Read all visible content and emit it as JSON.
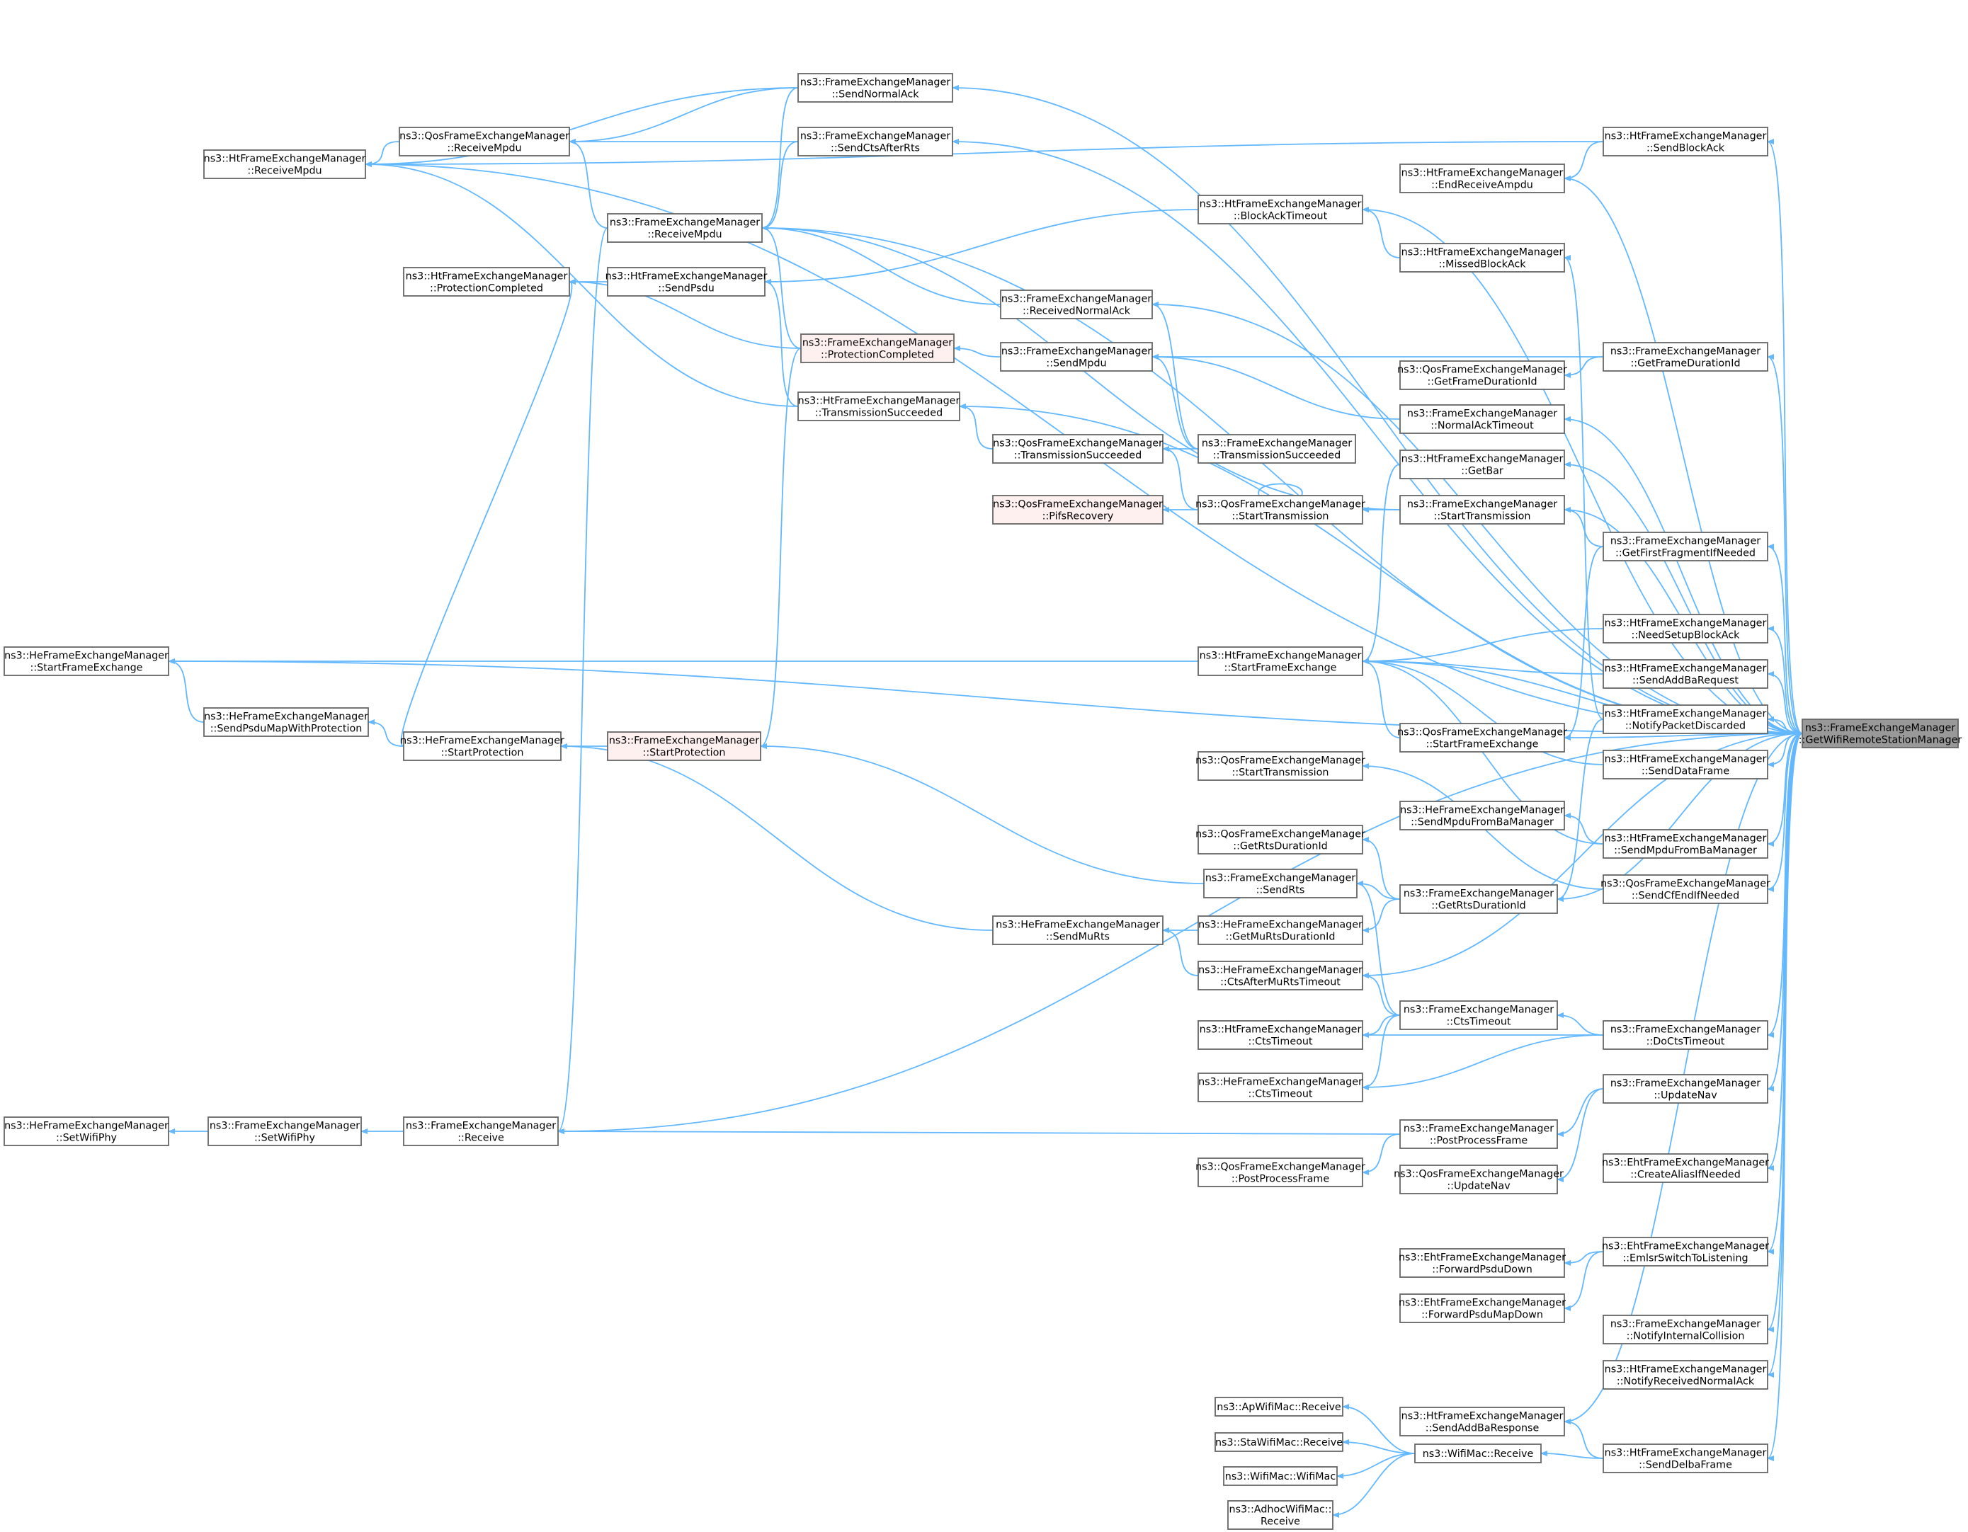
{
  "colors": {
    "edge": "#63b8ff",
    "node_fill": "#ffffff",
    "node_border": "#666666",
    "highlight_fill": "#fff0f0",
    "highlight_border": "#ff0000",
    "target_fill": "#999999"
  },
  "nodes": [
    {
      "id": "target",
      "lines": [
        "ns3::FrameExchangeManager",
        "::GetWifiRemoteStationManager"
      ]
    },
    {
      "id": "ht_sendblockack",
      "lines": [
        "ns3::HtFrameExchangeManager",
        "::SendBlockAck"
      ]
    },
    {
      "id": "ht_endreceiveampdu",
      "lines": [
        "ns3::HtFrameExchangeManager",
        "::EndReceiveAmpdu"
      ]
    },
    {
      "id": "ht_blockacktimeout",
      "lines": [
        "ns3::HtFrameExchangeManager",
        "::BlockAckTimeout"
      ]
    },
    {
      "id": "ht_missedblockack",
      "lines": [
        "ns3::HtFrameExchangeManager",
        "::MissedBlockAck"
      ]
    },
    {
      "id": "fem_receivednormalack",
      "lines": [
        "ns3::FrameExchangeManager",
        "::ReceivedNormalAck"
      ]
    },
    {
      "id": "fem_getframedurationid",
      "lines": [
        "ns3::FrameExchangeManager",
        "::GetFrameDurationId"
      ]
    },
    {
      "id": "qos_getframedurationid",
      "lines": [
        "ns3::QosFrameExchangeManager",
        "::GetFrameDurationId"
      ]
    },
    {
      "id": "fem_sendmpdu",
      "lines": [
        "ns3::FrameExchangeManager",
        "::SendMpdu"
      ]
    },
    {
      "id": "fem_normalacktimeout",
      "lines": [
        "ns3::FrameExchangeManager",
        "::NormalAckTimeout"
      ]
    },
    {
      "id": "ht_getbar",
      "lines": [
        "ns3::HtFrameExchangeManager",
        "::GetBar"
      ]
    },
    {
      "id": "fem_starttransmission",
      "lines": [
        "ns3::FrameExchangeManager",
        "::StartTransmission"
      ]
    },
    {
      "id": "fem_getfirstfragment",
      "lines": [
        "ns3::FrameExchangeManager",
        "::GetFirstFragmentIfNeeded"
      ]
    },
    {
      "id": "ht_needsetupblockack",
      "lines": [
        "ns3::HtFrameExchangeManager",
        "::NeedSetupBlockAck"
      ]
    },
    {
      "id": "ht_sendaddbarequest",
      "lines": [
        "ns3::HtFrameExchangeManager",
        "::SendAddBaRequest"
      ]
    },
    {
      "id": "ht_notifypacketdiscarded",
      "lines": [
        "ns3::HtFrameExchangeManager",
        "::NotifyPacketDiscarded"
      ]
    },
    {
      "id": "ht_senddataframe",
      "lines": [
        "ns3::HtFrameExchangeManager",
        "::SendDataFrame"
      ]
    },
    {
      "id": "ht_sendmpdufromba",
      "lines": [
        "ns3::HtFrameExchangeManager",
        "::SendMpduFromBaManager"
      ]
    },
    {
      "id": "qos_sendcfendifneeded",
      "lines": [
        "ns3::QosFrameExchangeManager",
        "::SendCfEndIfNeeded"
      ]
    },
    {
      "id": "fem_doctstimeout",
      "lines": [
        "ns3::FrameExchangeManager",
        "::DoCtsTimeout"
      ]
    },
    {
      "id": "fem_updatenav",
      "lines": [
        "ns3::FrameExchangeManager",
        "::UpdateNav"
      ]
    },
    {
      "id": "eht_createalias",
      "lines": [
        "ns3::EhtFrameExchangeManager",
        "::CreateAliasIfNeeded"
      ]
    },
    {
      "id": "eht_emlsrswitch",
      "lines": [
        "ns3::EhtFrameExchangeManager",
        "::EmlsrSwitchToListening"
      ]
    },
    {
      "id": "fem_notifyinternalcollision",
      "lines": [
        "ns3::FrameExchangeManager",
        "::NotifyInternalCollision"
      ]
    },
    {
      "id": "ht_notifyreceivednormalack",
      "lines": [
        "ns3::HtFrameExchangeManager",
        "::NotifyReceivedNormalAck"
      ]
    },
    {
      "id": "ht_senddelbaframe",
      "lines": [
        "ns3::HtFrameExchangeManager",
        "::SendDelbaFrame"
      ]
    },
    {
      "id": "fem_sendnormalack",
      "lines": [
        "ns3::FrameExchangeManager",
        "::SendNormalAck"
      ]
    },
    {
      "id": "fem_sendctsafterrts",
      "lines": [
        "ns3::FrameExchangeManager",
        "::SendCtsAfterRts"
      ]
    },
    {
      "id": "qos_receivempdu",
      "lines": [
        "ns3::QosFrameExchangeManager",
        "::ReceiveMpdu"
      ]
    },
    {
      "id": "ht_receivempdu",
      "lines": [
        "ns3::HtFrameExchangeManager",
        "::ReceiveMpdu"
      ]
    },
    {
      "id": "fem_receivempdu",
      "lines": [
        "ns3::FrameExchangeManager",
        "::ReceiveMpdu"
      ]
    },
    {
      "id": "ht_protectioncompleted",
      "lines": [
        "ns3::HtFrameExchangeManager",
        "::ProtectionCompleted"
      ]
    },
    {
      "id": "ht_sendpsdu",
      "lines": [
        "ns3::HtFrameExchangeManager",
        "::SendPsdu"
      ]
    },
    {
      "id": "fem_protectioncompleted",
      "lines": [
        "ns3::FrameExchangeManager",
        "::ProtectionCompleted"
      ]
    },
    {
      "id": "ht_transmissionsucceeded",
      "lines": [
        "ns3::HtFrameExchangeManager",
        "::TransmissionSucceeded"
      ]
    },
    {
      "id": "qos_transmissionsucceeded",
      "lines": [
        "ns3::QosFrameExchangeManager",
        "::TransmissionSucceeded"
      ]
    },
    {
      "id": "fem_transmissionsucceeded",
      "lines": [
        "ns3::FrameExchangeManager",
        "::TransmissionSucceeded"
      ]
    },
    {
      "id": "qos_pifsrecovery",
      "lines": [
        "ns3::QosFrameExchangeManager",
        "::PifsRecovery"
      ]
    },
    {
      "id": "qos_starttransmission_a",
      "lines": [
        "ns3::QosFrameExchangeManager",
        "::StartTransmission"
      ]
    },
    {
      "id": "he_startframeexchange",
      "lines": [
        "ns3::HeFrameExchangeManager",
        "::StartFrameExchange"
      ]
    },
    {
      "id": "ht_startframeexchange",
      "lines": [
        "ns3::HtFrameExchangeManager",
        "::StartFrameExchange"
      ]
    },
    {
      "id": "he_sendpsdumap",
      "lines": [
        "ns3::HeFrameExchangeManager",
        "::SendPsduMapWithProtection"
      ]
    },
    {
      "id": "he_startprotection",
      "lines": [
        "ns3::HeFrameExchangeManager",
        "::StartProtection"
      ]
    },
    {
      "id": "fem_startprotection",
      "lines": [
        "ns3::FrameExchangeManager",
        "::StartProtection"
      ]
    },
    {
      "id": "qos_startframeexchange",
      "lines": [
        "ns3::QosFrameExchangeManager",
        "::StartFrameExchange"
      ]
    },
    {
      "id": "qos_starttransmission_b",
      "lines": [
        "ns3::QosFrameExchangeManager",
        "::StartTransmission"
      ]
    },
    {
      "id": "he_sendmpdufromba",
      "lines": [
        "ns3::HeFrameExchangeManager",
        "::SendMpduFromBaManager"
      ]
    },
    {
      "id": "qos_getrtsdurationid",
      "lines": [
        "ns3::QosFrameExchangeManager",
        "::GetRtsDurationId"
      ]
    },
    {
      "id": "fem_sendrts",
      "lines": [
        "ns3::FrameExchangeManager",
        "::SendRts"
      ]
    },
    {
      "id": "fem_getrtsdurationid",
      "lines": [
        "ns3::FrameExchangeManager",
        "::GetRtsDurationId"
      ]
    },
    {
      "id": "he_sendmurts",
      "lines": [
        "ns3::HeFrameExchangeManager",
        "::SendMuRts"
      ]
    },
    {
      "id": "he_getmurtsdurationid",
      "lines": [
        "ns3::HeFrameExchangeManager",
        "::GetMuRtsDurationId"
      ]
    },
    {
      "id": "he_ctsaftermurtstimeout",
      "lines": [
        "ns3::HeFrameExchangeManager",
        "::CtsAfterMuRtsTimeout"
      ]
    },
    {
      "id": "fem_ctstimeout",
      "lines": [
        "ns3::FrameExchangeManager",
        "::CtsTimeout"
      ]
    },
    {
      "id": "ht_ctstimeout",
      "lines": [
        "ns3::HtFrameExchangeManager",
        "::CtsTimeout"
      ]
    },
    {
      "id": "he_ctstimeout",
      "lines": [
        "ns3::HeFrameExchangeManager",
        "::CtsTimeout"
      ]
    },
    {
      "id": "he_setwifiphy",
      "lines": [
        "ns3::HeFrameExchangeManager",
        "::SetWifiPhy"
      ]
    },
    {
      "id": "fem_setwifiphy",
      "lines": [
        "ns3::FrameExchangeManager",
        "::SetWifiPhy"
      ]
    },
    {
      "id": "fem_receive",
      "lines": [
        "ns3::FrameExchangeManager",
        "::Receive"
      ]
    },
    {
      "id": "fem_postprocessframe",
      "lines": [
        "ns3::FrameExchangeManager",
        "::PostProcessFrame"
      ]
    },
    {
      "id": "qos_postprocessframe",
      "lines": [
        "ns3::QosFrameExchangeManager",
        "::PostProcessFrame"
      ]
    },
    {
      "id": "qos_updatenav",
      "lines": [
        "ns3::QosFrameExchangeManager",
        "::UpdateNav"
      ]
    },
    {
      "id": "eht_forwardpsdudown",
      "lines": [
        "ns3::EhtFrameExchangeManager",
        "::ForwardPsduDown"
      ]
    },
    {
      "id": "eht_forwardpsdumapdown",
      "lines": [
        "ns3::EhtFrameExchangeManager",
        "::ForwardPsduMapDown"
      ]
    },
    {
      "id": "ht_sendaddbaresponse",
      "lines": [
        "ns3::HtFrameExchangeManager",
        "::SendAddBaResponse"
      ]
    },
    {
      "id": "wifimac_receive",
      "lines": [
        "ns3::WifiMac::Receive"
      ]
    },
    {
      "id": "apwifimac_receive",
      "lines": [
        "ns3::ApWifiMac::Receive"
      ]
    },
    {
      "id": "stawifimac_receive",
      "lines": [
        "ns3::StaWifiMac::Receive"
      ]
    },
    {
      "id": "wifimac_wifimac",
      "lines": [
        "ns3::WifiMac::WifiMac"
      ]
    },
    {
      "id": "adhocwifimac_receive",
      "lines": [
        "ns3::AdhocWifiMac::",
        "Receive"
      ]
    }
  ],
  "edges": [
    [
      "ht_sendblockack",
      "target"
    ],
    [
      "ht_endreceiveampdu",
      "target"
    ],
    [
      "ht_blockacktimeout",
      "target"
    ],
    [
      "fem_receivednormalack",
      "target"
    ],
    [
      "fem_getframedurationid",
      "target"
    ],
    [
      "fem_normalacktimeout",
      "target"
    ],
    [
      "ht_getbar",
      "target"
    ],
    [
      "fem_starttransmission",
      "target"
    ],
    [
      "fem_getfirstfragment",
      "target"
    ],
    [
      "ht_needsetupblockack",
      "target"
    ],
    [
      "ht_sendaddbarequest",
      "target"
    ],
    [
      "ht_notifypacketdiscarded",
      "target"
    ],
    [
      "ht_senddataframe",
      "target"
    ],
    [
      "ht_sendmpdufromba",
      "target"
    ],
    [
      "qos_sendcfendifneeded",
      "target"
    ],
    [
      "fem_getrtsdurationid",
      "target"
    ],
    [
      "he_ctsaftermurtstimeout",
      "target"
    ],
    [
      "fem_doctstimeout",
      "target"
    ],
    [
      "fem_updatenav",
      "target"
    ],
    [
      "eht_createalias",
      "target"
    ],
    [
      "eht_emlsrswitch",
      "target"
    ],
    [
      "fem_notifyinternalcollision",
      "target"
    ],
    [
      "ht_notifyreceivednormalack",
      "target"
    ],
    [
      "ht_senddelbaframe",
      "target"
    ],
    [
      "fem_sendnormalack",
      "target"
    ],
    [
      "fem_sendctsafterrts",
      "target"
    ],
    [
      "ht_startframeexchange",
      "target"
    ],
    [
      "qos_startframeexchange",
      "target"
    ],
    [
      "fem_receive",
      "target"
    ],
    [
      "ht_receivempdu",
      "target"
    ],
    [
      "fem_receivempdu",
      "target"
    ],
    [
      "ht_transmissionsucceeded",
      "target"
    ],
    [
      "ht_sendaddbaresponse",
      "target"
    ],
    [
      "he_startframeexchange",
      "target"
    ],
    [
      "ht_receivempdu",
      "ht_sendblockack"
    ],
    [
      "ht_endreceiveampdu",
      "ht_sendblockack"
    ],
    [
      "ht_missedblockack",
      "ht_blockacktimeout"
    ],
    [
      "ht_sendpsdu",
      "ht_blockacktimeout"
    ],
    [
      "fem_receivempdu",
      "fem_receivednormalack"
    ],
    [
      "fem_transmissionsucceeded",
      "fem_receivednormalack"
    ],
    [
      "fem_sendmpdu",
      "fem_getframedurationid"
    ],
    [
      "qos_getframedurationid",
      "fem_getframedurationid"
    ],
    [
      "fem_normalacktimeout",
      "fem_sendmpdu"
    ],
    [
      "fem_transmissionsucceeded",
      "fem_sendmpdu"
    ],
    [
      "fem_protectioncompleted",
      "fem_sendmpdu"
    ],
    [
      "ht_getbar",
      "ht_sendnormal_dummy"
    ],
    [
      "fem_starttransmission",
      "qos_starttransmission_a"
    ],
    [
      "fem_starttransmission",
      "fem_receivempdu"
    ],
    [
      "fem_getfirstfragment",
      "fem_starttransmission"
    ],
    [
      "fem_getfirstfragment",
      "qos_startframeexchange"
    ],
    [
      "ht_needsetupblockack",
      "ht_startframeexchange"
    ],
    [
      "ht_sendaddbarequest",
      "ht_startframeexchange"
    ],
    [
      "ht_notifypacketdiscarded",
      "ht_missedblockack"
    ],
    [
      "ht_notifypacketdiscarded",
      "fem_getrtsdurationid"
    ],
    [
      "ht_senddataframe",
      "ht_startframeexchange"
    ],
    [
      "ht_sendmpdufromba",
      "he_sendmpdufromba"
    ],
    [
      "ht_sendmpdufromba",
      "ht_startframeexchange"
    ],
    [
      "qos_sendcfendifneeded",
      "qos_starttransmission_b"
    ],
    [
      "fem_getrtsdurationid",
      "fem_sendrts"
    ],
    [
      "fem_getrtsdurationid",
      "qos_getrtsdurationid"
    ],
    [
      "fem_getrtsdurationid",
      "he_getmurtsdurationid"
    ],
    [
      "he_getmurtsdurationid",
      "he_sendmurts"
    ],
    [
      "he_ctsaftermurtstimeout",
      "he_sendmurts"
    ],
    [
      "fem_doctstimeout",
      "fem_ctstimeout"
    ],
    [
      "fem_doctstimeout",
      "ht_ctstimeout"
    ],
    [
      "fem_doctstimeout",
      "he_ctstimeout"
    ],
    [
      "fem_ctstimeout",
      "fem_sendrts"
    ],
    [
      "fem_ctstimeout",
      "he_ctsaftermurtstimeout"
    ],
    [
      "fem_ctstimeout",
      "ht_ctstimeout"
    ],
    [
      "fem_ctstimeout",
      "he_ctstimeout"
    ],
    [
      "fem_updatenav",
      "fem_postprocessframe"
    ],
    [
      "fem_updatenav",
      "qos_updatenav"
    ],
    [
      "fem_postprocessframe",
      "fem_receive"
    ],
    [
      "fem_postprocessframe",
      "qos_postprocessframe"
    ],
    [
      "eht_emlsrswitch",
      "eht_forwardpsdudown"
    ],
    [
      "eht_emlsrswitch",
      "eht_forwardpsdumapdown"
    ],
    [
      "ht_senddelbaframe",
      "ht_sendaddbaresponse"
    ],
    [
      "ht_senddelbaframe",
      "wifimac_receive"
    ],
    [
      "wifimac_receive",
      "apwifimac_receive"
    ],
    [
      "wifimac_receive",
      "stawifimac_receive"
    ],
    [
      "wifimac_receive",
      "wifimac_wifimac"
    ],
    [
      "wifimac_receive",
      "adhocwifimac_receive"
    ],
    [
      "fem_sendnormalack",
      "ht_receivempdu"
    ],
    [
      "fem_sendnormalack",
      "qos_receivempdu"
    ],
    [
      "fem_sendnormalack",
      "fem_receivempdu"
    ],
    [
      "fem_sendctsafterrts",
      "qos_receivempdu"
    ],
    [
      "fem_sendctsafterrts",
      "fem_receivempdu"
    ],
    [
      "qos_receivempdu",
      "ht_receivempdu"
    ],
    [
      "fem_receivempdu",
      "qos_receivempdu"
    ],
    [
      "fem_receivempdu",
      "fem_receive"
    ],
    [
      "ht_protectioncompleted",
      "he_startprotection"
    ],
    [
      "ht_sendpsdu",
      "ht_protectioncompleted"
    ],
    [
      "fem_protectioncompleted",
      "fem_startprotection"
    ],
    [
      "fem_protectioncompleted",
      "ht_protectioncompleted"
    ],
    [
      "fem_protectioncompleted",
      "fem_receivempdu"
    ],
    [
      "ht_transmissionsucceeded",
      "ht_sendpsdu"
    ],
    [
      "ht_transmissionsucceeded",
      "ht_receivempdu"
    ],
    [
      "qos_transmissionsucceeded",
      "ht_transmissionsucceeded"
    ],
    [
      "fem_transmissionsucceeded",
      "qos_transmissionsucceeded"
    ],
    [
      "qos_starttransmission_a",
      "qos_transmissionsucceeded"
    ],
    [
      "qos_starttransmission_a",
      "qos_pifsrecovery"
    ],
    [
      "qos_starttransmission_a",
      "qos_starttransmission_a"
    ],
    [
      "ht_startframeexchange",
      "he_startframeexchange"
    ],
    [
      "ht_startframeexchange",
      "ht_getbar"
    ],
    [
      "qos_startframeexchange",
      "ht_startframeexchange"
    ],
    [
      "he_startframeexchange",
      "he_sendpsdumap"
    ],
    [
      "he_sendpsdumap",
      "he_startprotection"
    ],
    [
      "he_startprotection",
      "fem_startprotection"
    ],
    [
      "fem_startprotection",
      "fem_sendrts"
    ],
    [
      "he_startprotection",
      "he_sendmurts"
    ],
    [
      "fem_receive",
      "fem_setwifiphy"
    ],
    [
      "fem_setwifiphy",
      "he_setwifiphy"
    ]
  ]
}
